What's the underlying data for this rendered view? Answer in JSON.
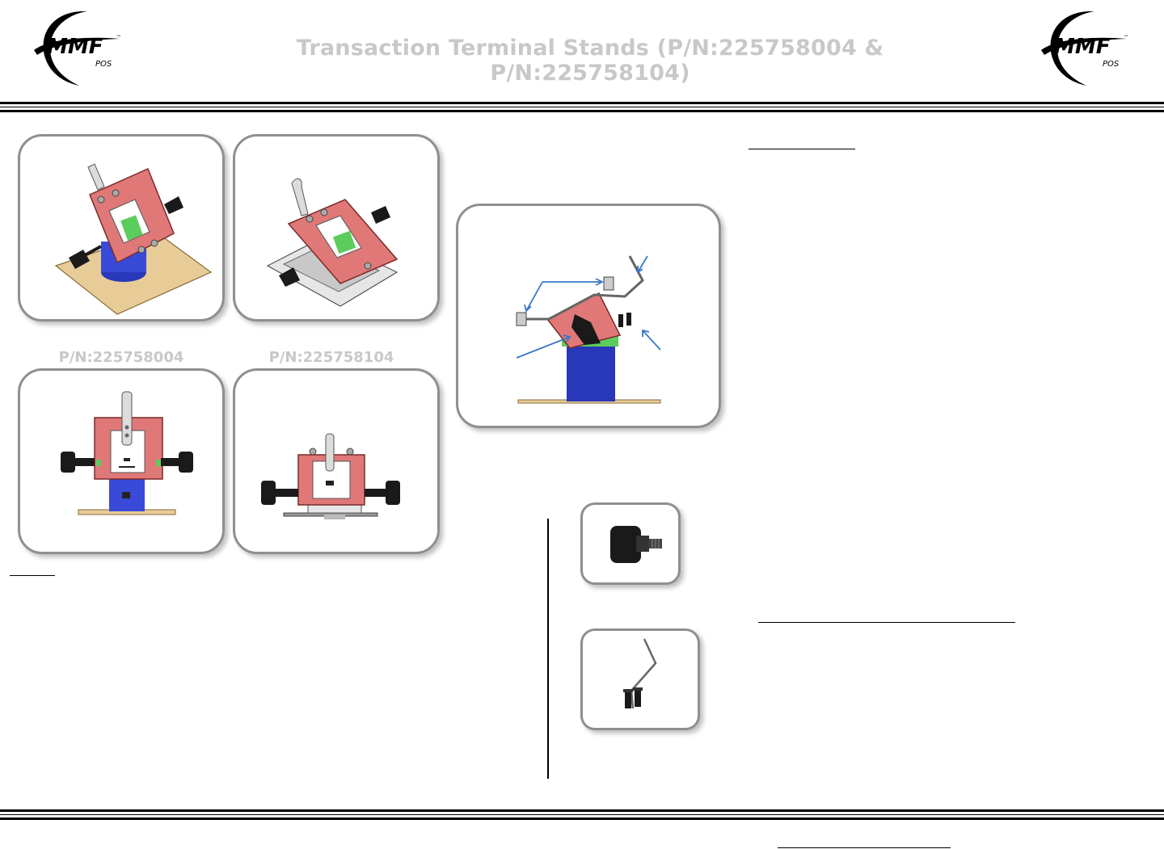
{
  "header": {
    "title": "Transaction Terminal Stands (P/N:225758004 & P/N:225758104)",
    "logo_text": "MMF",
    "logo_tm": "™",
    "logo_sub": "POS"
  },
  "product_labels": {
    "left": "P/N:225758004",
    "right": "P/N:225758104"
  },
  "colors": {
    "plate": "#e07878",
    "bracket": "#4a5de0",
    "pad": "#5ccc5c",
    "base_tan": "#e8cc98",
    "knob": "#1a1a1a",
    "arrow": "#3a78c8",
    "title_gray": "#c8c8c8"
  }
}
